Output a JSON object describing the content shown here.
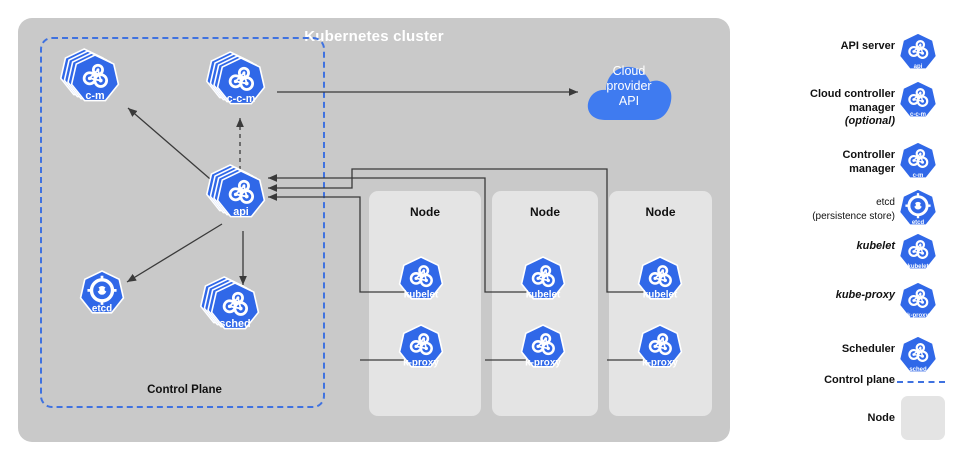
{
  "cluster": {
    "title": "Kubernetes cluster",
    "bg_color": "#c9c9c9",
    "control_plane": {
      "label": "Control Plane",
      "border_color": "#3f72e0",
      "components": [
        {
          "id": "c-m",
          "caption": "c-m",
          "stacked": true,
          "glyph": "gears"
        },
        {
          "id": "c-c-m",
          "caption": "c-c-m",
          "stacked": true,
          "glyph": "gears"
        },
        {
          "id": "api",
          "caption": "api",
          "stacked": true,
          "glyph": "gears"
        },
        {
          "id": "etcd",
          "caption": "etcd",
          "stacked": false,
          "glyph": "etcd"
        },
        {
          "id": "sched",
          "caption": "sched",
          "stacked": true,
          "glyph": "gears"
        }
      ]
    },
    "nodes": [
      {
        "label": "Node",
        "components": [
          {
            "caption": "kubelet"
          },
          {
            "caption": "k-proxy"
          }
        ]
      },
      {
        "label": "Node",
        "components": [
          {
            "caption": "kubelet"
          },
          {
            "caption": "k-proxy"
          }
        ]
      },
      {
        "label": "Node",
        "components": [
          {
            "caption": "kubelet"
          },
          {
            "caption": "k-proxy"
          }
        ]
      }
    ],
    "node_bg_color": "#e4e4e4"
  },
  "cloud": {
    "line1": "Cloud",
    "line2": "provider",
    "line3": "API",
    "color": "#3f7bf0"
  },
  "legend": {
    "items": [
      {
        "label": "API server",
        "icon": "api-icon",
        "caption": "api",
        "italic": false
      },
      {
        "label": "Cloud controller",
        "label2": "manager",
        "label3": "(optional)",
        "icon": "ccm-icon",
        "caption": "c-c-m",
        "italic": false
      },
      {
        "label": "Controller",
        "label2": "manager",
        "icon": "cm-icon",
        "caption": "c-m",
        "italic": false
      },
      {
        "label": "etcd",
        "label2": "(persistence store)",
        "icon": "etcd-icon",
        "caption": "etcd",
        "italic": false,
        "thin": true
      },
      {
        "label": "kubelet",
        "icon": "kubelet-icon",
        "caption": "kubelet",
        "italic": true
      },
      {
        "label": "kube-proxy",
        "icon": "kproxy-icon",
        "caption": "k-proxy",
        "italic": true
      },
      {
        "label": "Scheduler",
        "icon": "sched-icon",
        "caption": "sched",
        "italic": false
      }
    ],
    "control_plane_label": "Control plane",
    "node_label": "Node"
  },
  "colors": {
    "k8s_blue": "#3068e8",
    "cluster_gray": "#c9c9c9",
    "node_gray": "#e4e4e4",
    "dash_blue": "#3f72e0",
    "line": "#3a3a3a"
  }
}
